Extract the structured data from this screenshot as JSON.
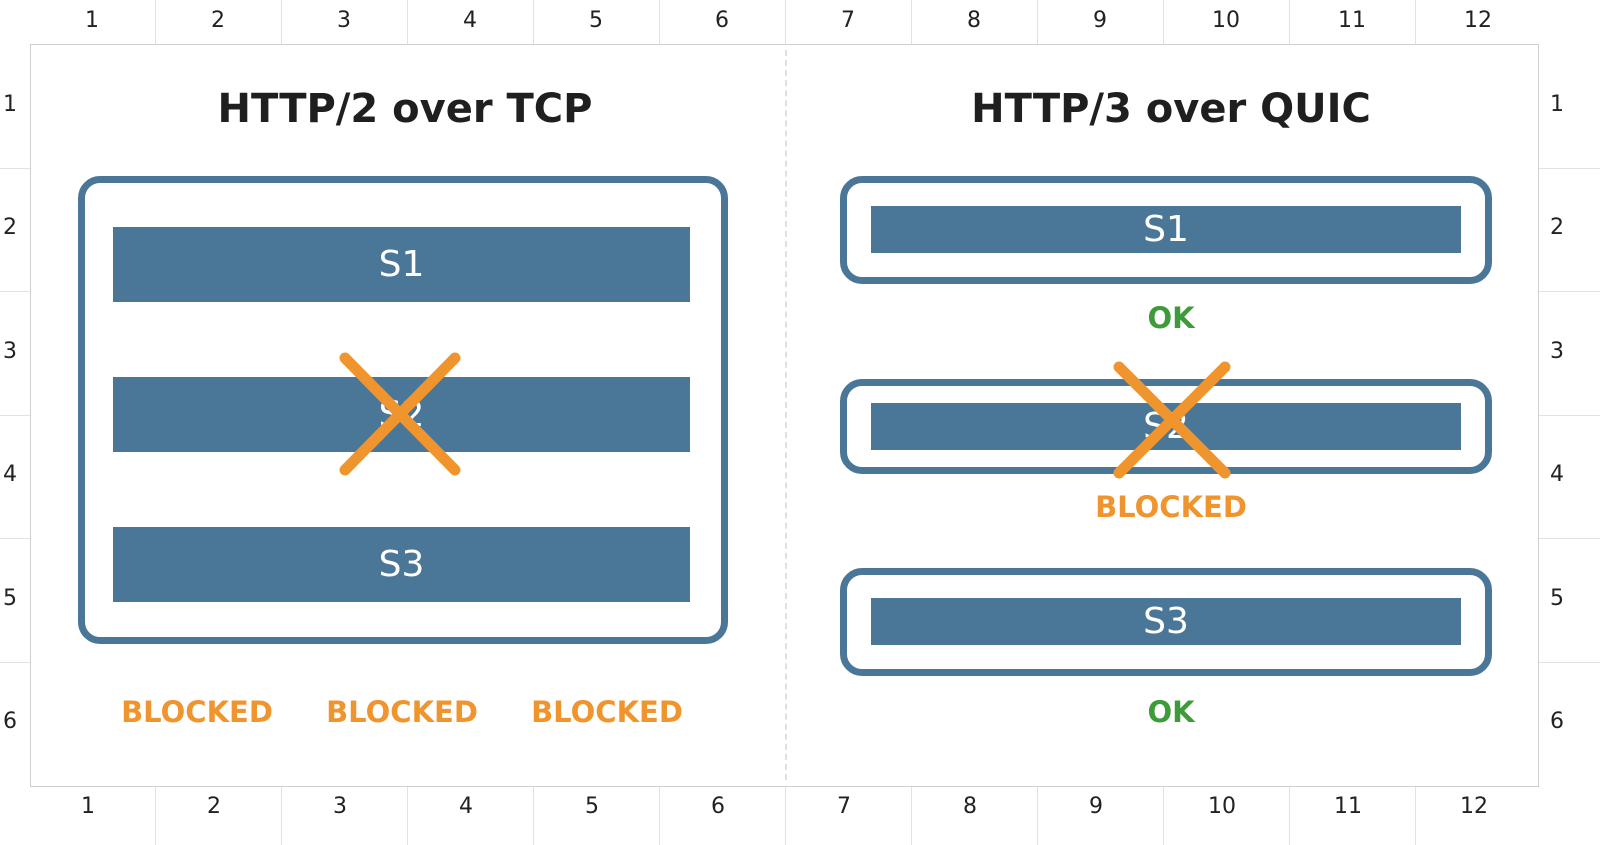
{
  "grid": {
    "columns": [
      "1",
      "2",
      "3",
      "4",
      "5",
      "6",
      "7",
      "8",
      "9",
      "10",
      "11",
      "12"
    ],
    "rows": [
      "1",
      "2",
      "3",
      "4",
      "5",
      "6"
    ]
  },
  "left": {
    "title": "HTTP/2 over TCP",
    "streams": [
      {
        "label": "S1"
      },
      {
        "label": "S2",
        "crossed": true
      },
      {
        "label": "S3"
      }
    ],
    "statuses": [
      "BLOCKED",
      "BLOCKED",
      "BLOCKED"
    ]
  },
  "right": {
    "title": "HTTP/3 over QUIC",
    "streams": [
      {
        "label": "S1",
        "status": "OK"
      },
      {
        "label": "S2",
        "status": "BLOCKED",
        "crossed": true
      },
      {
        "label": "S3",
        "status": "OK"
      }
    ]
  },
  "colors": {
    "stream": "#4a7798",
    "blocked": "#f0952e",
    "ok": "#3e9b3a"
  }
}
